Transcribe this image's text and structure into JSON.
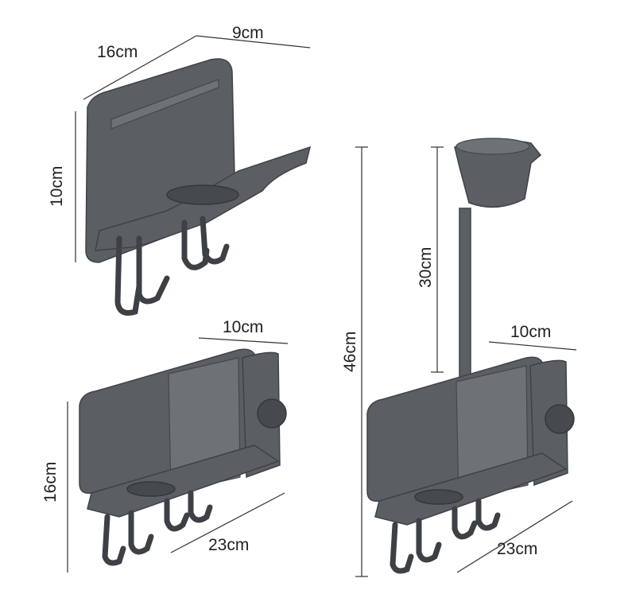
{
  "products": {
    "small_holder": {
      "width_label": "16cm",
      "depth_label": "9cm",
      "height_label": "10cm"
    },
    "box_holder": {
      "depth_label": "10cm",
      "height_label": "16cm",
      "width_label": "23cm"
    },
    "stand_holder": {
      "total_height_label": "46cm",
      "pole_height_label": "30cm",
      "depth_label": "10cm",
      "width_label": "23cm"
    }
  },
  "colors": {
    "product": "#5b5e63",
    "dimension_line": "#333333"
  }
}
